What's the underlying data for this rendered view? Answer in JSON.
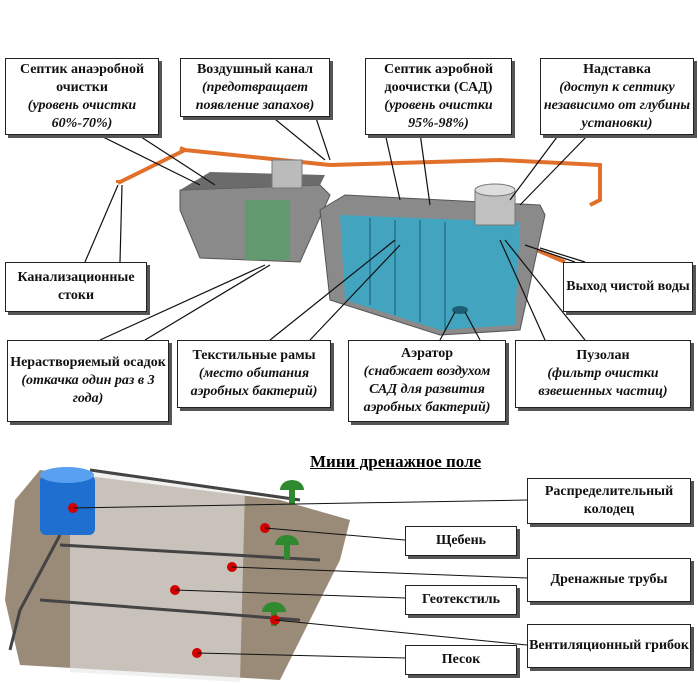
{
  "top_labels": [
    {
      "title": "Септик анаэробной очистки",
      "note": "(уровень очистки 60%-70%)"
    },
    {
      "title": "Воздушный канал",
      "note": "(предотвращает появление запахов)"
    },
    {
      "title": "Септик аэробной доочистки (САД)",
      "note": "(уровень очистки 95%-98%)"
    },
    {
      "title": "Надставка",
      "note": "(доступ к септику независимо от глубины установки)"
    }
  ],
  "side_labels": [
    {
      "title": "Канализационные стоки"
    },
    {
      "title": "Выход чистой воды"
    }
  ],
  "bottom_labels": [
    {
      "title": "Нерастворяемый осадок",
      "note": "(откачка один раз в 3 года)"
    },
    {
      "title": "Текстильные рамы",
      "note": "(место обитания аэробных бактерий)"
    },
    {
      "title": "Аэратор",
      "note": "(снабжает воздухом САД для развития аэробных бактерий)"
    },
    {
      "title": "Пузолан",
      "note": "(фильтр очистки взвешенных частиц)"
    }
  ],
  "drain": {
    "title": "Мини дренажное поле",
    "labels": [
      "Распределительный колодец",
      "Щебень",
      "Дренажные трубы",
      "Геотекстиль",
      "Вентиляционный грибок",
      "Песок"
    ]
  },
  "colors": {
    "pipe": "#e0702a",
    "water": "#3aa6c4",
    "concrete": "#8a8a8a",
    "marker": "#d00000"
  }
}
